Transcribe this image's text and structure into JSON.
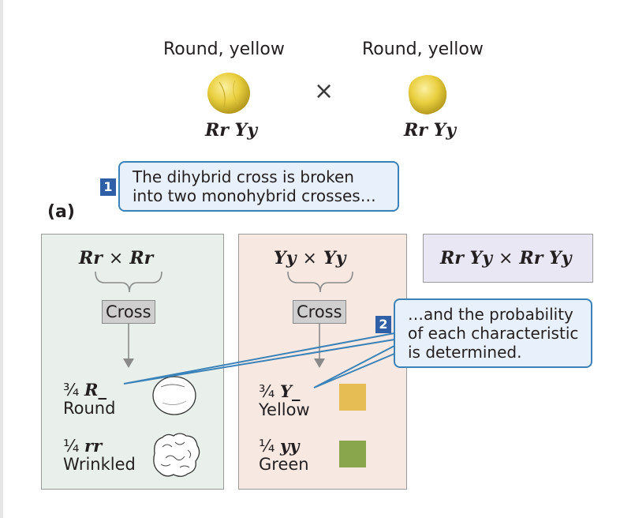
{
  "parents": {
    "left": {
      "phenotype": "Round, yellow",
      "genotype": "Rr Yy"
    },
    "right": {
      "phenotype": "Round, yellow",
      "genotype": "Rr Yy"
    },
    "cross_symbol": "×"
  },
  "panel_label": "(a)",
  "callout1": {
    "number": "1",
    "line1": "The dihybrid cross is broken",
    "line2": "into two monohybrid crosses…"
  },
  "callout2": {
    "number": "2",
    "line1": "…and the probability",
    "line2": "of each characteristic",
    "line3": "is determined."
  },
  "seed_shape": {
    "cross": {
      "a": "Rr",
      "b": "Rr",
      "symbol": "×"
    },
    "cross_label": "Cross",
    "result1": {
      "fraction": "¾",
      "genotype": "R_",
      "phenotype": "Round"
    },
    "result2": {
      "fraction": "¼",
      "genotype": "rr",
      "phenotype": "Wrinkled"
    }
  },
  "seed_color": {
    "cross": {
      "a": "Yy",
      "b": "Yy",
      "symbol": "×"
    },
    "cross_label": "Cross",
    "result1": {
      "fraction": "¾",
      "genotype": "Y_",
      "phenotype": "Yellow",
      "color": "#e6bd55"
    },
    "result2": {
      "fraction": "¼",
      "genotype": "yy",
      "phenotype": "Green",
      "color": "#8aa64d"
    }
  },
  "dihybrid": {
    "a": "Rr Yy",
    "b": "Rr Yy",
    "symbol": "×"
  },
  "colors": {
    "callout_border": "#3b82b8",
    "callout_fill": "#e8f1fb",
    "badge": "#2f5fa7"
  }
}
